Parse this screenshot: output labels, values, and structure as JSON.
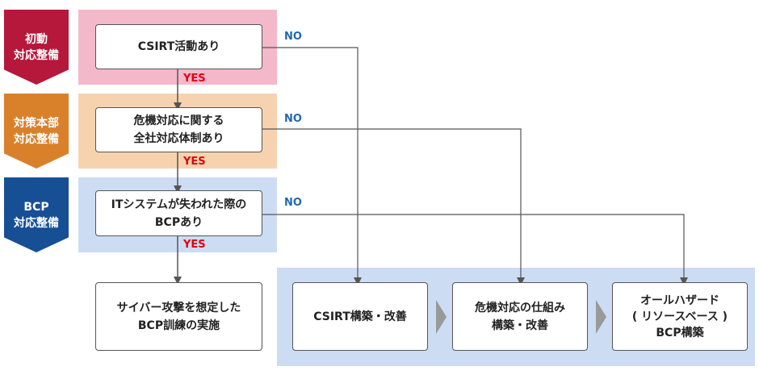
{
  "tags": {
    "level1": "初動\n対応整備",
    "level2": "対策本部\n対応整備",
    "level3": "BCP\n対応整備"
  },
  "colors": {
    "level1_tag": "#b5183a",
    "level2_tag": "#d9812a",
    "level3_tag": "#174f95",
    "level1_band": "#f4b8cb",
    "level2_band": "#f6d3ae",
    "level3_band": "#ccdcf3",
    "output_band": "#ccdcf3",
    "yes": "#e3000f",
    "no": "#1f6ab0"
  },
  "questions": {
    "q1": "CSIRT活動あり",
    "q2": "危機対応に関する\n全社対応体制あり",
    "q3": "ITシステムが失われた際の\nBCPあり"
  },
  "labels": {
    "yes": "YES",
    "no": "NO"
  },
  "outcomes": {
    "training": "サイバー攻撃を想定した\nBCP訓練の実施",
    "csirt": "CSIRT構築・改善",
    "crisis": "危機対応の仕組み\n構築・改善",
    "allhazard": "オールハザード\n( リソースベース )\nBCP構築"
  }
}
